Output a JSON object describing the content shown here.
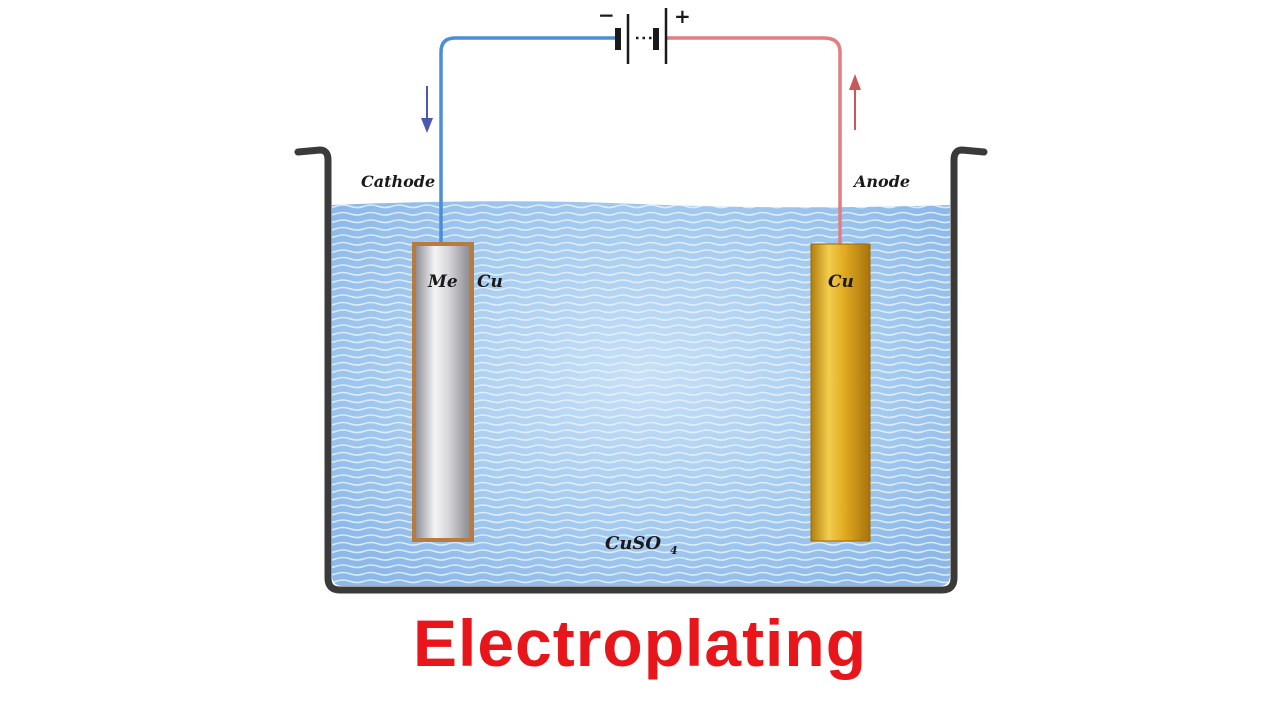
{
  "labels": {
    "cathode": "Cathode",
    "anode": "Anode",
    "cathode_metal": "Me",
    "cathode_coating": "Cu",
    "anode_metal": "Cu",
    "electrolyte": "CuSO",
    "electrolyte_subscript": "4",
    "battery_negative": "−",
    "battery_positive": "+"
  },
  "caption": {
    "text": "Electroplating"
  },
  "colors": {
    "caption": "#e8161b",
    "electrolyte": "#9cc4ec",
    "wave": "#dff0ff",
    "tank": "#3a3a3a",
    "wire_negative": "#4a8fd6",
    "wire_positive": "#e07f80",
    "arrow_down": "#4b58b0",
    "arrow_up": "#c7595a",
    "copper_anode": "#d9a21d",
    "cathode_metal": "#cfcfd3",
    "cathode_rim": "#b77a3f"
  }
}
